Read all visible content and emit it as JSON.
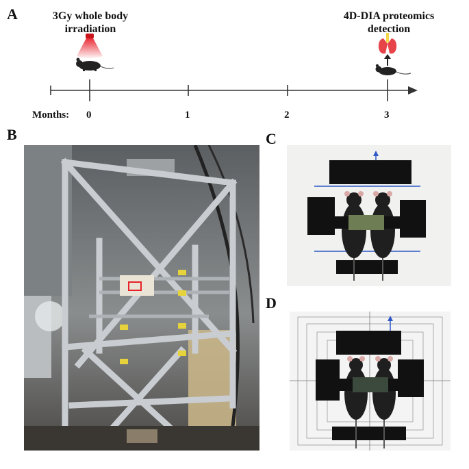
{
  "panels": {
    "a": "A",
    "b": "B",
    "c": "C",
    "d": "D"
  },
  "timeline": {
    "start_event_line1": "3Gy whole body",
    "start_event_line2": "irradiation",
    "end_event_line1": "4D-DIA proteomics",
    "end_event_line2": "detection",
    "axis_label": "Months:",
    "ticks": [
      "0",
      "1",
      "2",
      "3"
    ]
  },
  "colors": {
    "axis": "#333333",
    "beam_red": "#e8202a",
    "photo_bg_b": "#6b6e70",
    "frame_metal": "#c9cdd1",
    "tag_yellow": "#e6d23a",
    "mouse_black": "#1f1f1f",
    "pad_black": "#111111",
    "shield_green": "#6f7d55"
  }
}
